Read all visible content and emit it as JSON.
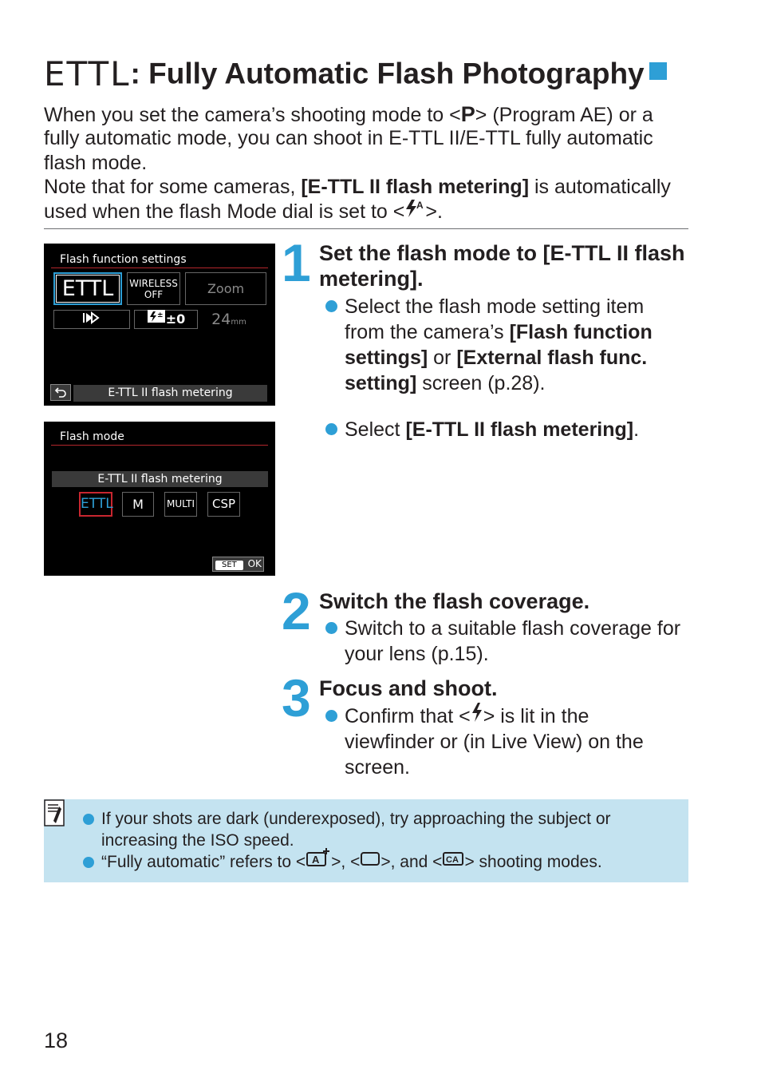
{
  "title": {
    "prefix": "ETTL",
    "text": ": Fully Automatic Flash Photography"
  },
  "intro": {
    "p1": "When you set the camera’s shooting mode to <",
    "p1_icon": "P",
    "p1b": "> (Program AE) or a",
    "line2": "fully automatic mode, you can shoot in E-TTL II/E-TTL fully automatic",
    "line3": "flash mode.",
    "p2a": "Note that for some cameras, ",
    "p2b": "[E-TTL II flash metering]",
    "p2c": " is automatically",
    "line5a": "used when the flash Mode dial is set to <",
    "line5_icon": "flash-auto-icon",
    "line5b": ">."
  },
  "screen1": {
    "header": "Flash function settings",
    "tiles": {
      "ettl": "ETTL",
      "wireless_top": "WIRELESS",
      "wireless_bottom": "OFF",
      "zoom_label": "Zoom",
      "zoom_value": "24",
      "zoom_unit": "mm",
      "fec": "±0"
    },
    "footer": "E-TTL II flash metering"
  },
  "screen2": {
    "header": "Flash mode",
    "selected_label": "E-TTL II flash metering",
    "modes": [
      "ETTL",
      "M",
      "MULTI",
      "CSP"
    ],
    "set_label": "SET",
    "ok_label": "OK"
  },
  "steps": [
    {
      "number": "1",
      "head1": "Set the flash mode to [E-TTL II flash",
      "head2": "metering].",
      "b1_l1": "Select the flash mode setting item",
      "b1_l2a": "from the camera’s ",
      "b1_l2b": "[Flash function",
      "b1_l3a": "settings]",
      "b1_l3b": " or ",
      "b1_l3c": "[External flash func.",
      "b1_l4a": "setting]",
      "b1_l4b": " screen (p.28).",
      "b2a": "Select ",
      "b2b": "[E-TTL II flash metering]",
      "b2c": "."
    },
    {
      "number": "2",
      "head": "Switch the flash coverage.",
      "b1_l1": "Switch to a suitable flash coverage for",
      "b1_l2": "your lens (p.15)."
    },
    {
      "number": "3",
      "head": "Focus and shoot.",
      "b1_l1a": "Confirm that <",
      "b1_l1b": "> is lit in the",
      "b1_l2": "viewfinder or (in Live View) on the",
      "b1_l3": "screen."
    }
  ],
  "note": {
    "n1_l1": "If your shots are dark (underexposed), try approaching the subject or",
    "n1_l2": "increasing the ISO speed.",
    "n2a": "“Fully automatic” refers to <",
    "n2b": ">, <",
    "n2c": ">, and <",
    "n2d": "> shooting modes.",
    "ca_label": "CA",
    "a_label": "A"
  },
  "page_number": "18",
  "colors": {
    "accent": "#2e9fd6",
    "note_bg": "#c4e3f0",
    "lcd_red": "#b3262c"
  }
}
